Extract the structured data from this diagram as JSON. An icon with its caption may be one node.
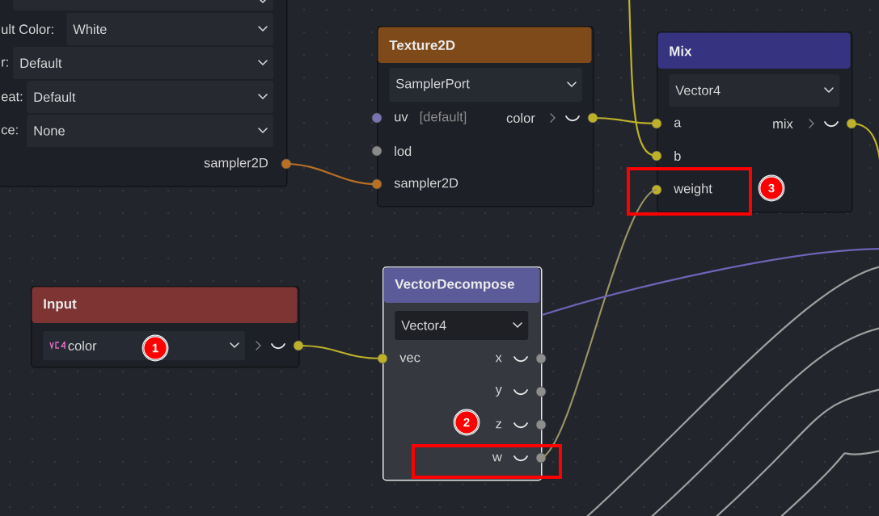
{
  "diagram": {
    "nodes": [
      {
        "text": [],
        "shape": "box"
      },
      {
        "text": [],
        "shape": "box",
        "in": 0
      },
      {
        "text": [
          "ult Color:",
          "White"
        ],
        "in": 0
      },
      {
        "text": [
          "r:",
          "Default"
        ],
        "in": 0
      },
      {
        "text": [
          "eat:",
          "Default"
        ],
        "in": 0
      },
      {
        "text": [
          "ce:",
          "None"
        ],
        "in": 0
      },
      {
        "text": [
          "sampler2D"
        ],
        "in": 0
      },
      {
        "text": [
          "Texture2D"
        ]
      },
      {
        "text": [
          "SamplerPort"
        ],
        "in": 7
      },
      {
        "text": [
          "uv",
          "[default]"
        ],
        "in": 7
      },
      {
        "text": [
          "color"
        ],
        "in": 7
      },
      {
        "text": [
          "lod"
        ],
        "in": 7
      },
      {
        "text": [
          "sampler2D"
        ],
        "in": 7
      },
      {
        "text": [
          "Mix"
        ]
      },
      {
        "text": [
          "Vector4"
        ],
        "in": 13
      },
      {
        "text": [
          "a"
        ],
        "in": 13
      },
      {
        "text": [
          "mix"
        ],
        "in": 13
      },
      {
        "text": [
          "b"
        ],
        "in": 13
      },
      {
        "text": [
          "weight"
        ],
        "in": 13
      },
      {
        "text": [
          "Input"
        ]
      },
      {
        "text": [
          "color"
        ],
        "in": 19
      },
      {
        "text": [
          "VectorDecompose"
        ]
      },
      {
        "text": [
          "Vector4"
        ],
        "in": 21
      },
      {
        "text": [
          "vec"
        ],
        "in": 21
      },
      {
        "text": [
          "x"
        ],
        "in": 21
      },
      {
        "text": [
          "y"
        ],
        "in": 21
      },
      {
        "text": [
          "z"
        ],
        "in": 21
      },
      {
        "text": [
          "w"
        ],
        "in": 21
      }
    ],
    "edges": [
      {
        "from": 6,
        "to": 12,
        "arrow": "none",
        "color": "#b86f26"
      },
      {
        "from": 10,
        "to": 15,
        "arrow": "none"
      },
      {
        "from": null,
        "to": 17,
        "arrow": "none"
      },
      {
        "from": 27,
        "to": 18,
        "arrow": "none",
        "color": "#9a9266"
      },
      {
        "from": 20,
        "to": 23,
        "arrow": "none"
      },
      {
        "from": 21,
        "to": null,
        "arrow": "none",
        "color": "#6e64b8"
      },
      {
        "from": 16,
        "to": null,
        "arrow": "none"
      }
    ],
    "labels": [
      "1",
      "2",
      "3"
    ]
  }
}
